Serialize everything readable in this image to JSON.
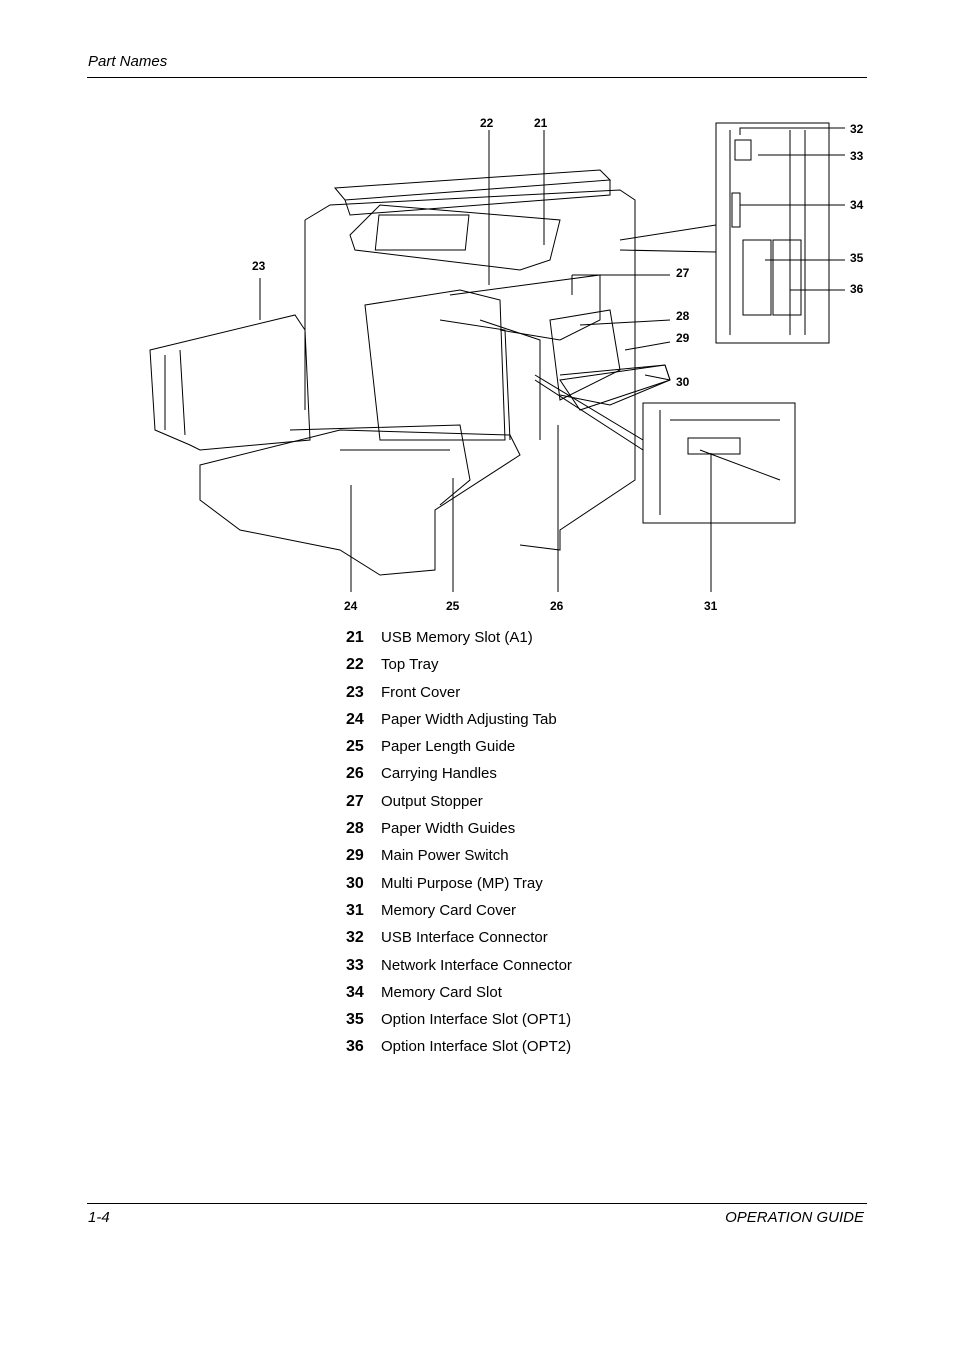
{
  "header": {
    "title": "Part Names"
  },
  "footer": {
    "page": "1-4",
    "guide": "OPERATION GUIDE"
  },
  "figure": {
    "callouts": [
      "22",
      "21",
      "32",
      "33",
      "34",
      "35",
      "36",
      "23",
      "27",
      "28",
      "29",
      "30",
      "24",
      "25",
      "26",
      "31"
    ]
  },
  "legend": [
    {
      "num": "21",
      "label": "USB Memory Slot (A1)"
    },
    {
      "num": "22",
      "label": "Top Tray"
    },
    {
      "num": "23",
      "label": "Front Cover"
    },
    {
      "num": "24",
      "label": "Paper Width Adjusting Tab"
    },
    {
      "num": "25",
      "label": "Paper Length Guide"
    },
    {
      "num": "26",
      "label": "Carrying Handles"
    },
    {
      "num": "27",
      "label": "Output Stopper"
    },
    {
      "num": "28",
      "label": "Paper Width Guides"
    },
    {
      "num": "29",
      "label": "Main Power Switch"
    },
    {
      "num": "30",
      "label": "Multi Purpose (MP) Tray"
    },
    {
      "num": "31",
      "label": "Memory Card Cover"
    },
    {
      "num": "32",
      "label": "USB Interface Connector"
    },
    {
      "num": "33",
      "label": "Network Interface Connector"
    },
    {
      "num": "34",
      "label": "Memory Card Slot"
    },
    {
      "num": "35",
      "label": "Option Interface Slot (OPT1)"
    },
    {
      "num": "36",
      "label": "Option Interface Slot (OPT2)"
    }
  ]
}
